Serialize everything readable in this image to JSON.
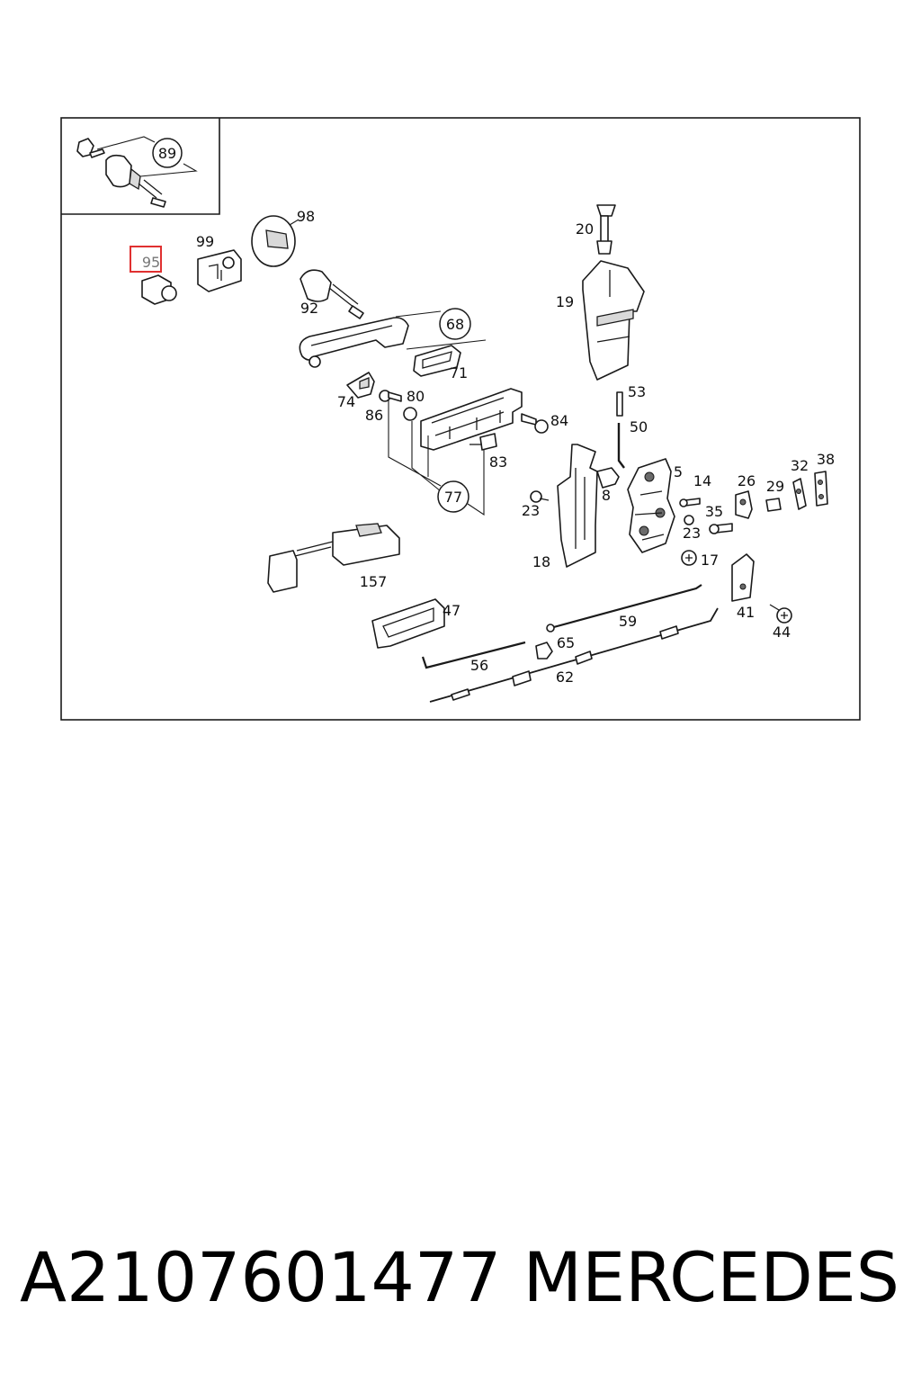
{
  "labels": {
    "l89": "89",
    "l98": "98",
    "l99": "99",
    "l95": "95",
    "l92": "92",
    "l68": "68",
    "l71": "71",
    "l20": "20",
    "l19": "19",
    "l74": "74",
    "l80": "80",
    "l86": "86",
    "l53": "53",
    "l50": "50",
    "l84": "84",
    "l83": "83",
    "l77": "77",
    "l5": "5",
    "l8": "8",
    "l14": "14",
    "l26": "26",
    "l29": "29",
    "l32": "32",
    "l38": "38",
    "l23a": "23",
    "l23b": "23",
    "l35": "35",
    "l18": "18",
    "l17": "17",
    "l157": "157",
    "l41": "41",
    "l47": "47",
    "l59": "59",
    "l44": "44",
    "l65": "65",
    "l56": "56",
    "l62": "62"
  },
  "highlight": {
    "label": "95",
    "color": "#e03030"
  },
  "footer": {
    "part_number": "A2107601477",
    "brand": "MERCEDES"
  }
}
